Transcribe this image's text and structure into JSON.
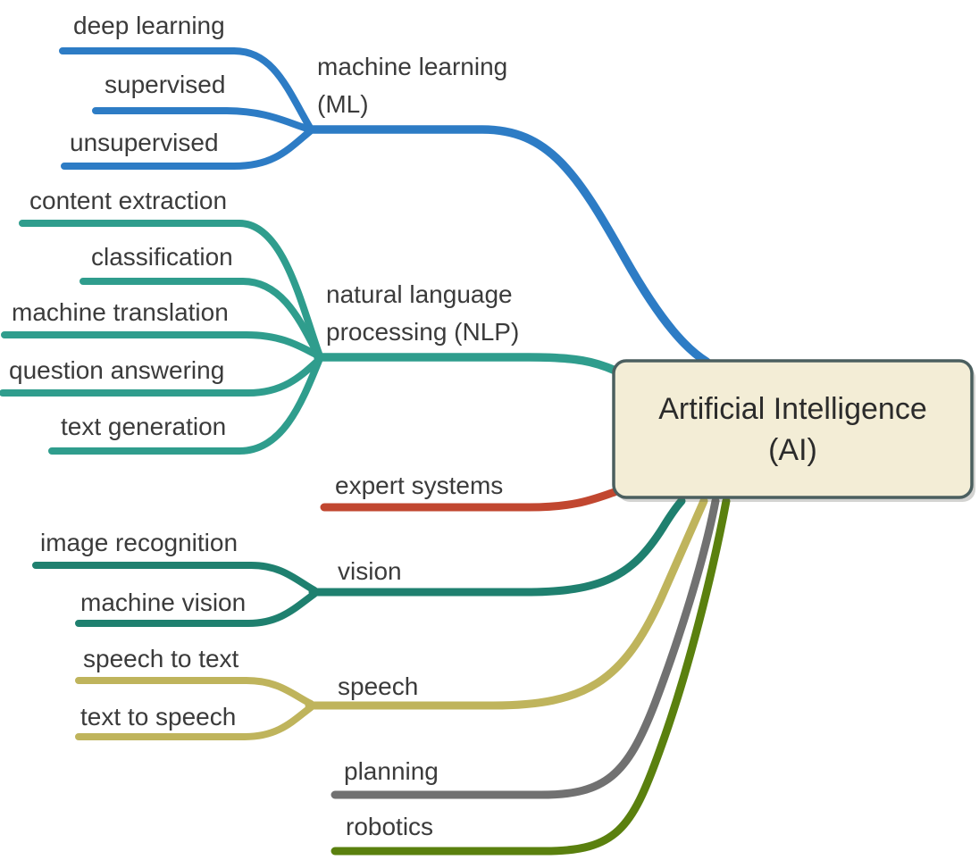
{
  "root_node": {
    "label": "Artificial Intelligence (AI)"
  },
  "branches": [
    {
      "id": "machine-learning",
      "label": "machine learning (ML)",
      "color": "#2d7cc5",
      "children": [
        "deep learning",
        "supervised",
        "unsupervised"
      ]
    },
    {
      "id": "natural-language-processing",
      "label": "natural language processing (NLP)",
      "color": "#2f9d8d",
      "children": [
        "content extraction",
        "classification",
        "machine translation",
        "question answering",
        "text generation"
      ]
    },
    {
      "id": "expert-systems",
      "label": "expert systems",
      "color": "#c14730",
      "children": []
    },
    {
      "id": "vision",
      "label": "vision",
      "color": "#1f806f",
      "children": [
        "image recognition",
        "machine vision"
      ]
    },
    {
      "id": "speech",
      "label": "speech",
      "color": "#bfb45c",
      "children": [
        "speech to text",
        "text to speech"
      ]
    },
    {
      "id": "planning",
      "label": "planning",
      "color": "#717171",
      "children": []
    },
    {
      "id": "robotics",
      "label": "robotics",
      "color": "#5a800e",
      "children": []
    }
  ],
  "colors": {
    "node_fill": "#f3edd6",
    "node_border": "#4b5f5f",
    "label_text": "#3b3b3b"
  }
}
